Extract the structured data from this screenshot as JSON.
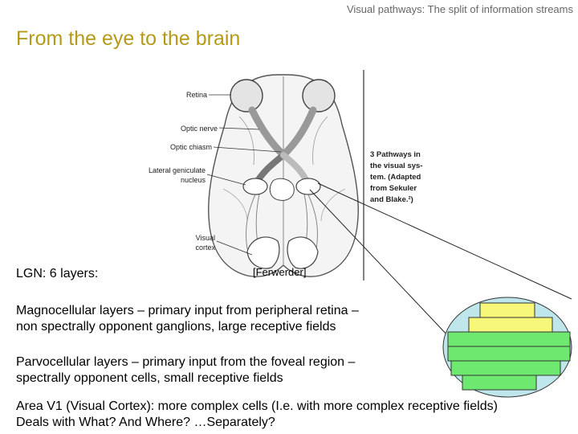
{
  "header": "Visual pathways: The split of information streams",
  "title": "From the eye to the brain",
  "figure": {
    "labels": {
      "retina": "Retina",
      "optic_nerve": "Optic nerve",
      "optic_chiasm": "Optic chiasm",
      "lgn_line1": "Lateral geniculate",
      "lgn_line2": "nucleus",
      "visual_cortex_line1": "Visual",
      "visual_cortex_line2": "cortex"
    },
    "caption_lines": [
      "3  Pathways in",
      "the visual sys-",
      "tem. (Adapted",
      "from Sekuler",
      "and Blake.²)"
    ]
  },
  "lgn_label": "LGN: 6 layers:",
  "credit": "[Ferwerder]",
  "magno": {
    "line1": "Magnocellular layers – primary input from peripheral retina –",
    "line2": "non spectrally opponent ganglions, large receptive fields"
  },
  "parvo": {
    "line1": "Parvocellular layers – primary input from the foveal region –",
    "line2": "spectrally opponent cells, small receptive fields"
  },
  "area": {
    "line1": "Area V1 (Visual Cortex): more complex cells (I.e. with more complex receptive fields)",
    "line2": "Deals with What? And Where? …Separately?"
  },
  "colors": {
    "title": "#b59a1a",
    "lgn_ellipse": "#bfe6ea",
    "magno_layer": "#f7f77a",
    "parvo_layer": "#6fe86f"
  }
}
